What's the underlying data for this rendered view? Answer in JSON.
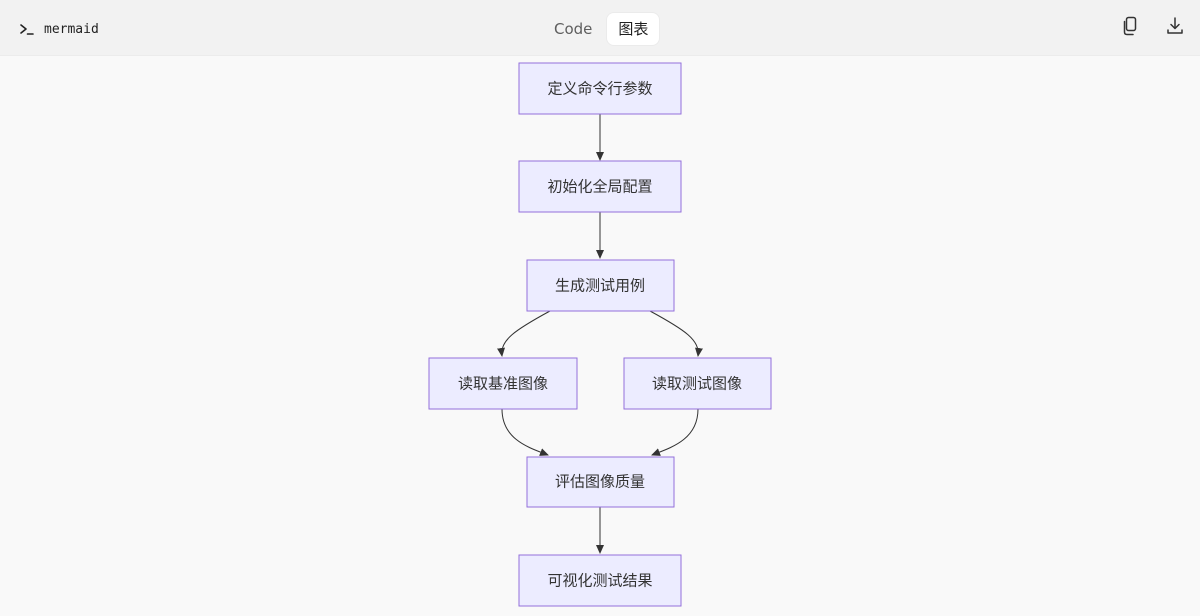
{
  "header": {
    "language_label": "mermaid",
    "language_icon": "terminal-icon",
    "tabs": [
      {
        "label": "Code",
        "active": false
      },
      {
        "label": "图表",
        "active": true
      }
    ],
    "actions": [
      {
        "name": "copy-button",
        "icon": "copy-icon"
      },
      {
        "name": "download-button",
        "icon": "download-icon"
      }
    ]
  },
  "diagram": {
    "type": "flowchart",
    "direction": "TD",
    "node_fill": "#ececff",
    "node_stroke": "#9370db",
    "edge_color": "#333333",
    "nodes": [
      {
        "id": "A",
        "label": "定义命令行参数"
      },
      {
        "id": "B",
        "label": "初始化全局配置"
      },
      {
        "id": "C",
        "label": "生成测试用例"
      },
      {
        "id": "D",
        "label": "读取基准图像"
      },
      {
        "id": "E",
        "label": "读取测试图像"
      },
      {
        "id": "F",
        "label": "评估图像质量"
      },
      {
        "id": "G",
        "label": "可视化测试结果"
      }
    ],
    "edges": [
      {
        "from": "A",
        "to": "B"
      },
      {
        "from": "B",
        "to": "C"
      },
      {
        "from": "C",
        "to": "D"
      },
      {
        "from": "C",
        "to": "E"
      },
      {
        "from": "D",
        "to": "F"
      },
      {
        "from": "E",
        "to": "F"
      },
      {
        "from": "F",
        "to": "G"
      }
    ]
  }
}
